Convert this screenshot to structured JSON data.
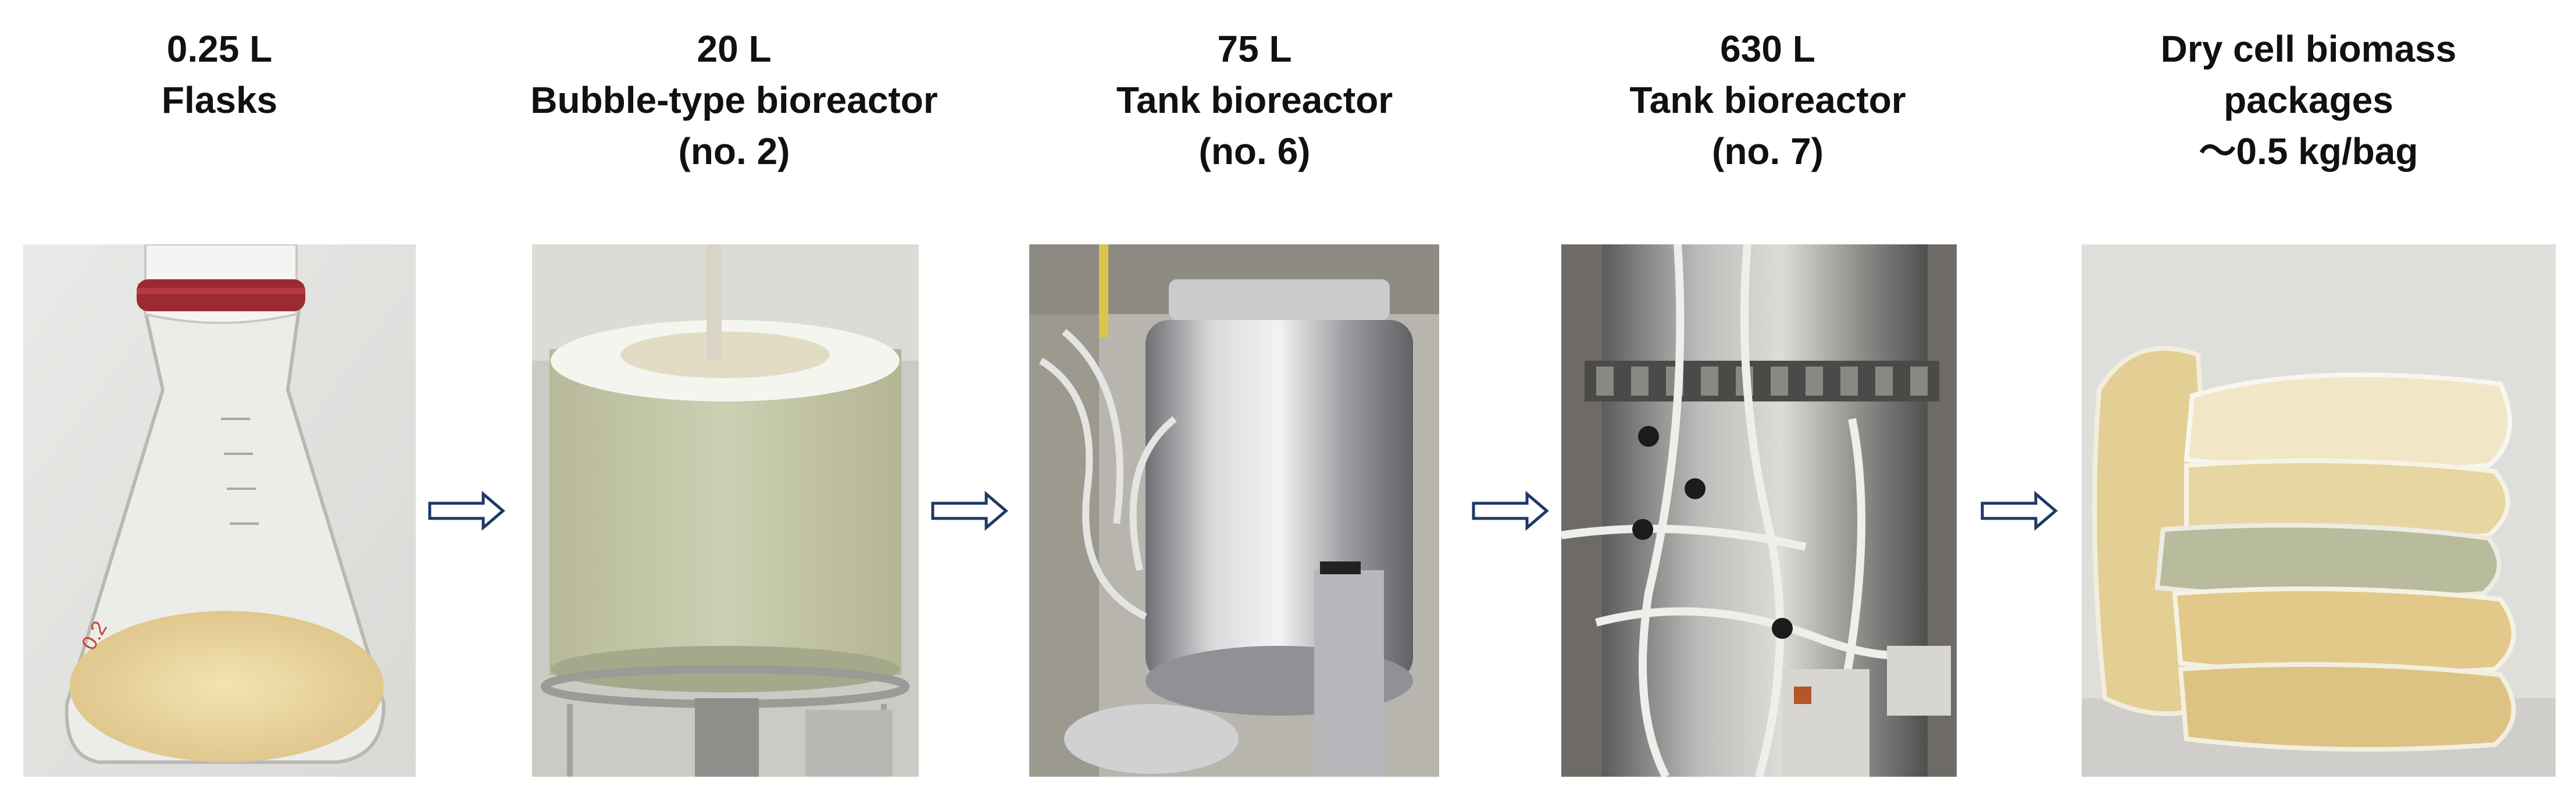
{
  "stages": [
    {
      "lines": [
        "0.25 L",
        "Flasks"
      ],
      "photo": "flask-photo"
    },
    {
      "lines": [
        "20 L",
        "Bubble-type bioreactor",
        "(no. 2)"
      ],
      "photo": "bubble-bioreactor-photo"
    },
    {
      "lines": [
        "75 L",
        "Tank bioreactor",
        "(no. 6)"
      ],
      "photo": "tank-bioreactor-75l-photo"
    },
    {
      "lines": [
        "630 L",
        "Tank bioreactor",
        "(no. 7)"
      ],
      "photo": "tank-bioreactor-630l-photo"
    },
    {
      "lines": [
        "Dry cell biomass",
        "packages",
        "～0.5 kg/bag"
      ],
      "photo": "biomass-bags-photo"
    }
  ],
  "arrows": [
    {
      "icon": "right-arrow-icon"
    },
    {
      "icon": "right-arrow-icon"
    },
    {
      "icon": "right-arrow-icon"
    },
    {
      "icon": "right-arrow-icon"
    }
  ],
  "colors": {
    "arrow_stroke": "#1f3864",
    "text": "#111111"
  }
}
